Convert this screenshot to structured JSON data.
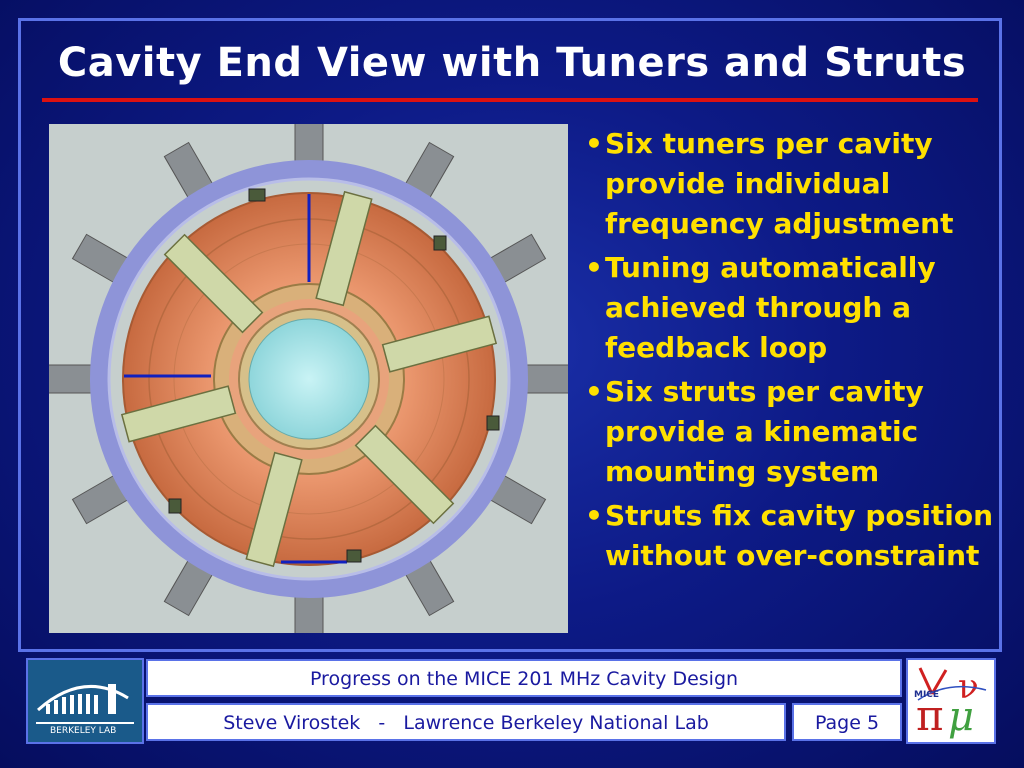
{
  "slide": {
    "title": "Cavity End View with Tuners and Struts",
    "bullets": [
      "Six tuners per cavity provide individual frequency adjustment",
      "Tuning automatically achieved through a feedback loop",
      "Six struts per cavity provide a kinematic mounting system",
      "Struts fix cavity position without over-constraint"
    ],
    "bullet_marker": "•"
  },
  "footer": {
    "presentation_title": "Progress on the MICE 201 MHz Cavity Design",
    "author_line": "Steve Virostek   -   Lawrence Berkeley National Lab",
    "page_label": "Page 5",
    "left_logo_text": "BERKELEY LAB",
    "right_logo_text": "MICE"
  },
  "colors": {
    "background": "#0d1a86",
    "title_text": "#ffffff",
    "title_rule": "#dd1111",
    "bullet_text": "#ffe000",
    "frame": "#5a72e8",
    "footer_text": "#1a1aa0"
  }
}
